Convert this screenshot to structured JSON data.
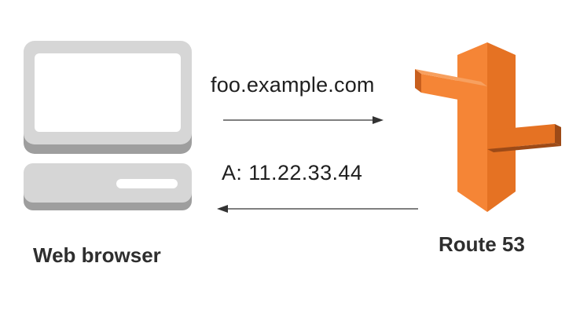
{
  "diagram": {
    "request_label": "foo.example.com",
    "response_label": "A: 11.22.33.44",
    "client_label": "Web browser",
    "server_label": "Route 53"
  },
  "colors": {
    "computer_frame": "#d6d6d6",
    "computer_shadow": "#9e9e9e",
    "computer_screen": "#ffffff",
    "route53_light": "#f58536",
    "route53_mid": "#e57223",
    "route53_dark": "#9d4a17",
    "arrow": "#333333"
  },
  "icons": {
    "client": "desktop-computer-icon",
    "server": "route53-signpost-icon"
  }
}
